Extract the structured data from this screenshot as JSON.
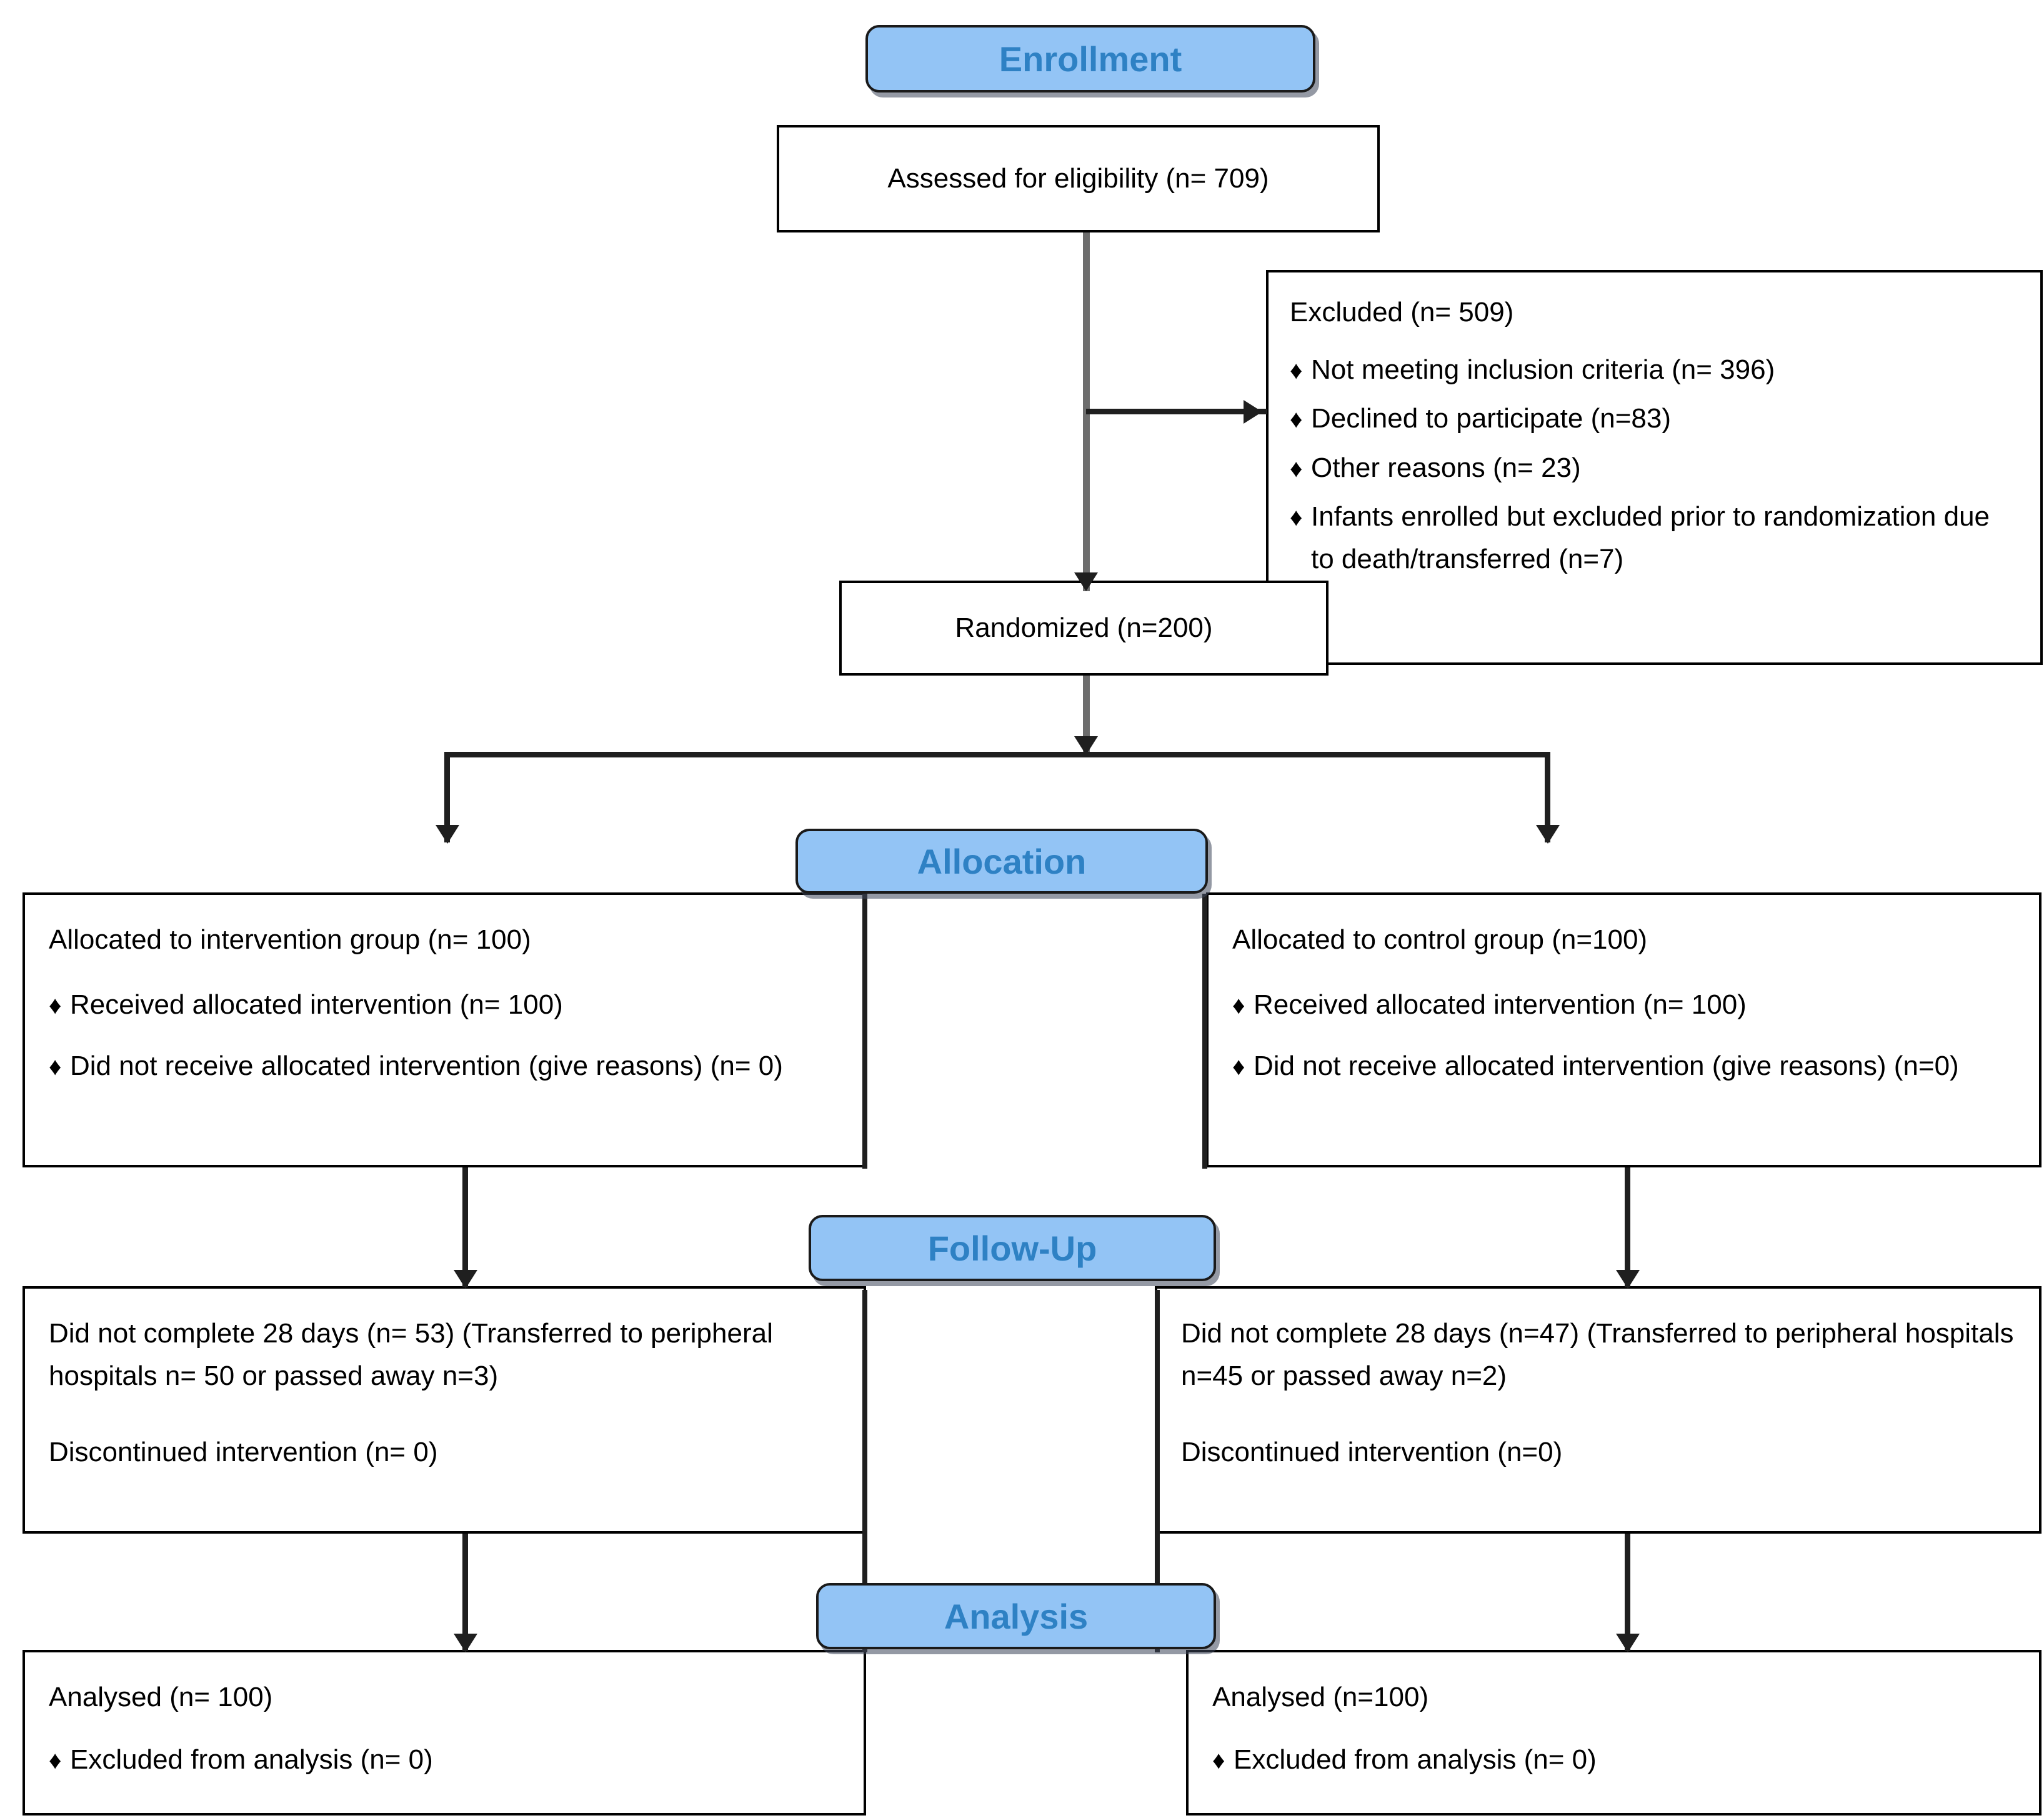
{
  "diagram": {
    "title": "CONSORT participant flow diagram",
    "accent_blue_fill": "#93C4F5",
    "accent_blue_text": "#2E81C4",
    "box_border": "#000000",
    "connector_color": "#1f1f1f"
  },
  "stages": {
    "enrollment": "Enrollment",
    "allocation": "Allocation",
    "follow_up": "Follow-Up",
    "analysis": "Analysis"
  },
  "enrollment": {
    "assessed": "Assessed for eligibility (n= 709)",
    "randomized": "Randomized (n=200)",
    "excluded_heading": "Excluded (n= 509)",
    "excluded_reasons": [
      "Not meeting inclusion criteria (n=  396)",
      "Declined to participate (n=83)",
      "Other reasons (n= 23)",
      "Infants enrolled but excluded prior to randomization due to death/transferred (n=7)"
    ]
  },
  "allocation": {
    "left": {
      "heading": "Allocated to intervention group (n= 100)",
      "bullets": [
        "Received allocated intervention (n= 100)",
        "Did not receive allocated intervention (give reasons) (n= 0)"
      ]
    },
    "right": {
      "heading": "Allocated to control group (n=100)",
      "bullets": [
        "Received allocated intervention (n= 100)",
        "Did not receive allocated intervention (give reasons) (n=0)"
      ]
    }
  },
  "follow_up": {
    "left": {
      "line1": "Did not complete 28 days (n= 53) (Transferred to peripheral hospitals n= 50 or passed away n=3)",
      "line2": "Discontinued intervention (n= 0)"
    },
    "right": {
      "line1": "Did not complete 28 days (n=47) (Transferred to peripheral hospitals n=45 or passed away n=2)",
      "line2": "Discontinued intervention (n=0)"
    }
  },
  "analysis": {
    "left": {
      "heading": "Analysed (n= 100)",
      "bullets": [
        "Excluded from analysis (n= 0)"
      ]
    },
    "right": {
      "heading": "Analysed (n=100)",
      "bullets": [
        "Excluded from analysis (n= 0)"
      ]
    }
  },
  "icons": {
    "bullet": "♦"
  }
}
